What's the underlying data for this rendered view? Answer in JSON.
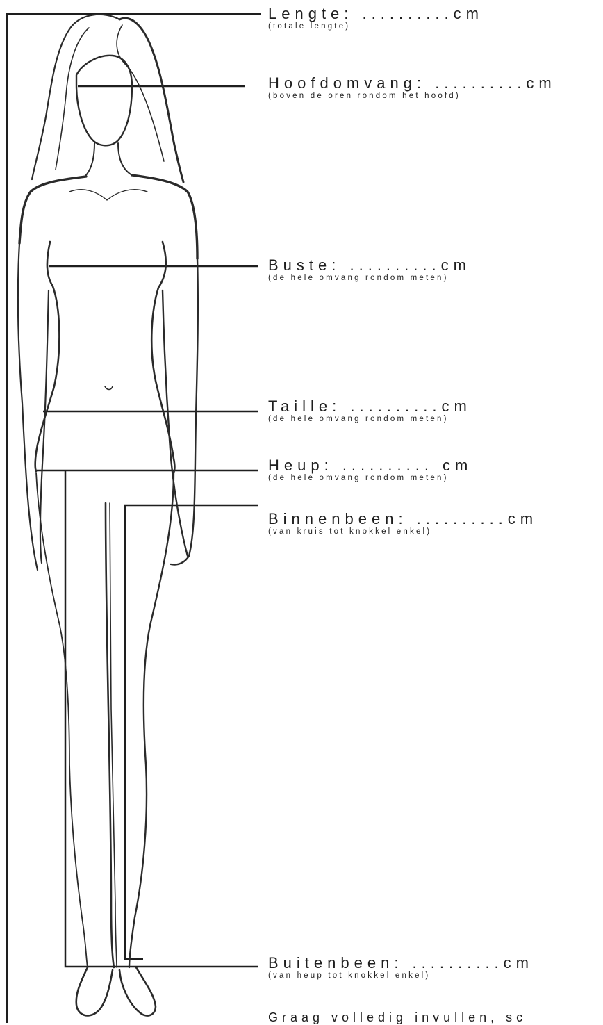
{
  "labels": [
    {
      "id": "lengte",
      "title": "Lengte: ..........cm",
      "subtitle": "(totale lengte)"
    },
    {
      "id": "hoofdomvang",
      "title": "Hoofdomvang: ..........cm",
      "subtitle": "(boven de oren rondom het hoofd)"
    },
    {
      "id": "buste",
      "title": "Buste: ..........cm",
      "subtitle": "(de hele omvang rondom meten)"
    },
    {
      "id": "taille",
      "title": "Taille: ..........cm",
      "subtitle": "(de hele omvang rondom meten)"
    },
    {
      "id": "heup",
      "title": "Heup: .......... cm",
      "subtitle": "(de hele omvang rondom meten)"
    },
    {
      "id": "binnenbeen",
      "title": "Binnenbeen: ..........cm",
      "subtitle": "(van kruis tot knokkel enkel)"
    },
    {
      "id": "buitenbeen",
      "title": "Buitenbeen: ..........cm",
      "subtitle": "(van heup tot knokkel enkel)"
    }
  ],
  "footer_note": "Graag volledig invullen, sc",
  "colors": {
    "line": "#1e1e1e",
    "sketch": "#2a2a2a",
    "background": "#ffffff"
  }
}
